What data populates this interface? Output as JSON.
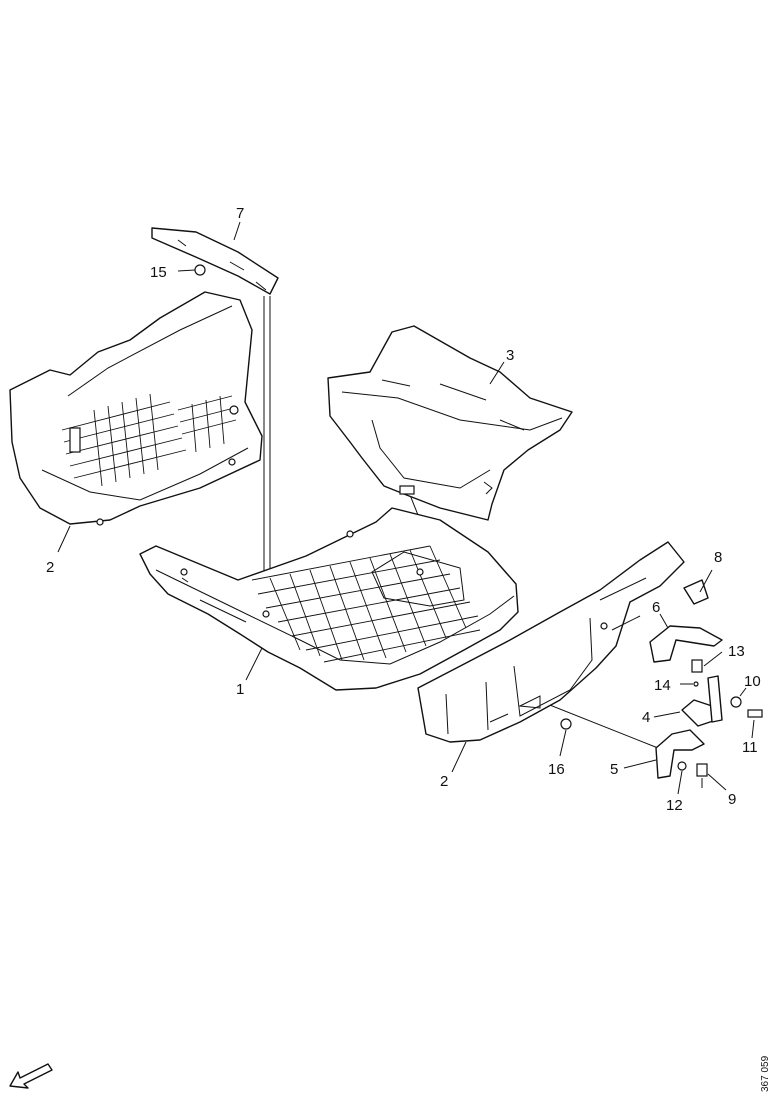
{
  "callouts": {
    "p1": "1",
    "p2_left": "2",
    "p2_right": "2",
    "p3": "3",
    "p4": "4",
    "p5": "5",
    "p6": "6",
    "p7": "7",
    "p8": "8",
    "p9": "9",
    "p10": "10",
    "p11": "11",
    "p12": "12",
    "p13": "13",
    "p14": "14",
    "p15": "15",
    "p16": "16"
  },
  "reference_code": "367 059",
  "icons": {
    "direction_arrow": "arrow-down-left-icon"
  }
}
